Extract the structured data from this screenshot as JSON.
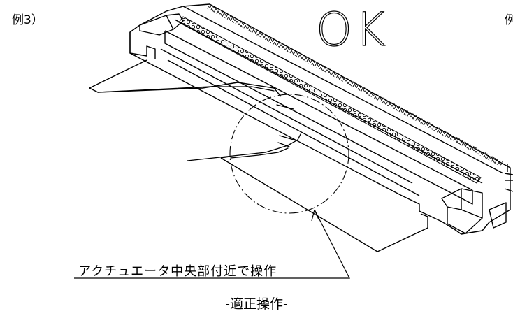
{
  "example_label": "例3）",
  "example_label_cut": "例",
  "ok_mark": "OK",
  "callout_text": "アクチュエータ中央部付近で操作",
  "caption": "-適正操作-"
}
